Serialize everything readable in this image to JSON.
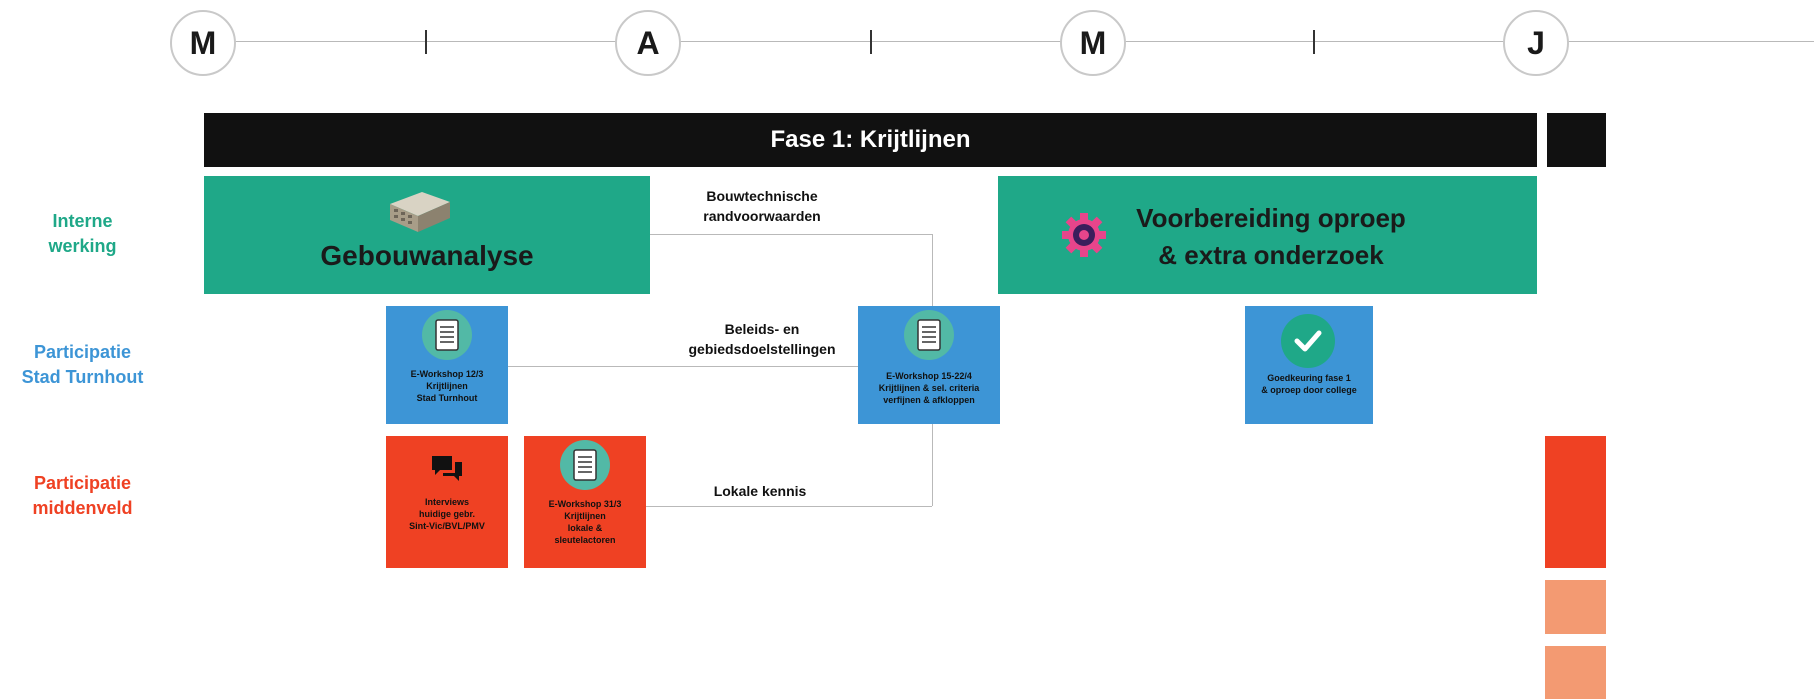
{
  "months": [
    "M",
    "A",
    "M",
    "J"
  ],
  "phase": {
    "title": "Fase 1: Krijtlijnen"
  },
  "rows": {
    "intern": "Interne\nwerking",
    "stad": "Participatie\nStad Turnhout",
    "midden": "Participatie\nmiddenveld"
  },
  "boxes": {
    "gebouwanalyse": "Gebouwanalyse",
    "voorbereiding": "Voorbereiding oproep\n& extra onderzoek",
    "workshop_stad": "E-Workshop 12/3\nKrijtlijnen\nStad Turnhout",
    "workshop_verfijnen": "E-Workshop 15-22/4\nKrijtlijnen & sel. criteria\nverfijnen & afkloppen",
    "goedkeuring": "Goedkeuring fase 1\n& oproep door college",
    "interviews": "Interviews\nhuidige gebr.\nSint-Vic/BVL/PMV",
    "workshop_lokale": "E-Workshop 31/3\nKrijtlijnen\nlokale &\nsleutelactoren"
  },
  "edges": {
    "bouwtechnische": "Bouwtechnische\nrandvoorwaarden",
    "beleids": "Beleids- en\ngebiedsdoelstellingen",
    "lokale": "Lokale kennis"
  },
  "colors": {
    "green": "#1fa888",
    "blue": "#3d95d6",
    "red": "#ef4123",
    "salmon": "#f39a72",
    "black": "#111111",
    "label_green": "#1fa888",
    "label_blue": "#3d95d6",
    "label_red": "#ef4123"
  },
  "icons": [
    "building-icon",
    "gear-icon",
    "checklist-icon",
    "checkmark-icon",
    "chat-icon"
  ]
}
